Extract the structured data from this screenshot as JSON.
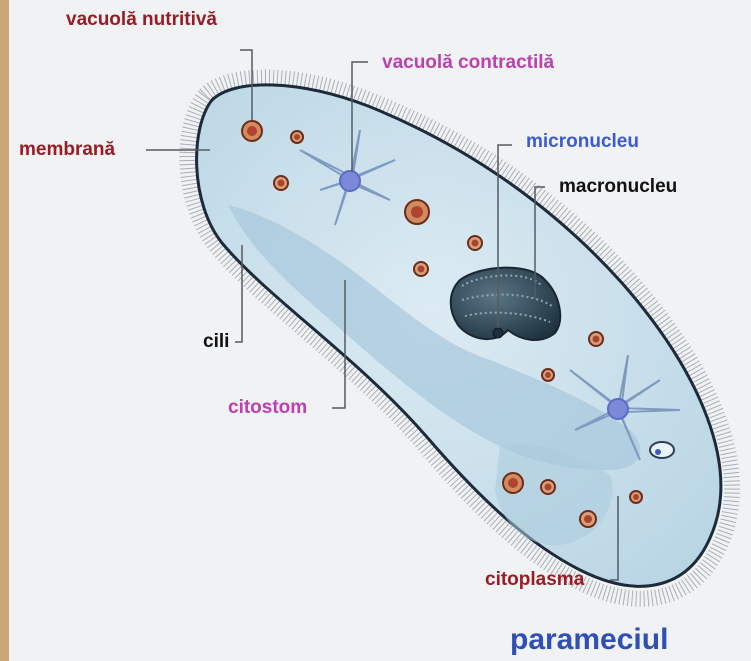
{
  "labels": {
    "vacuola_nutritiva": "vacuolă nutritivă",
    "vacuola_contractila": "vacuolă contractilă",
    "membrana": "membrană",
    "micronucleu": "micronucleu",
    "macronucleu": "macronucleu",
    "cili": "cili",
    "citostom": "citostom",
    "citoplasma": "citoplasma"
  },
  "title": "parameciul",
  "colors": {
    "background": "#f1f2f4",
    "frame": "#c9a779",
    "cell_fill": "#cfe3ee",
    "cell_outline": "#1d2a3a",
    "label_red": "#9b1b24",
    "label_pink": "#bd3fb0",
    "label_blue": "#3b5bd6",
    "title_blue": "#2e4fb8"
  }
}
